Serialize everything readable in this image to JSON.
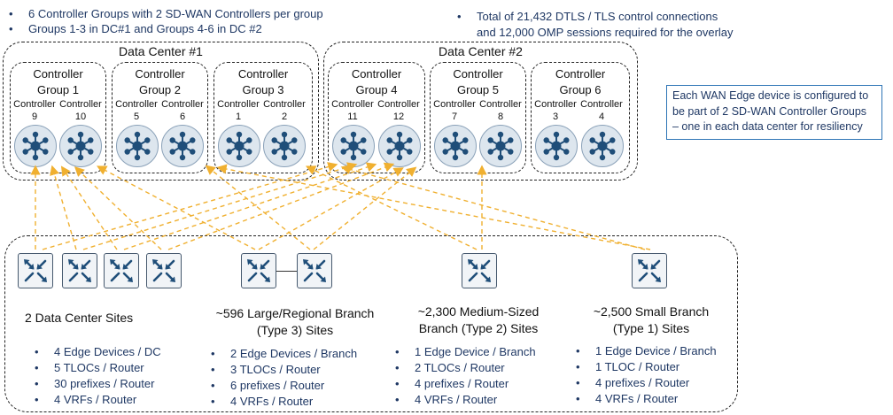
{
  "top_notes_left": [
    "6 Controller Groups with 2 SD-WAN  Controllers per group",
    "Groups 1-3  in DC#1  and Groups 4-6  in DC #2"
  ],
  "top_note_right": {
    "line1": "Total of 21,432 DTLS / TLS  control connections",
    "line2": "and 12,000 OMP sessions required for the overlay"
  },
  "side_note": {
    "line1": "Each WAN  Edge device is configured to",
    "line2": "be part of 2 SD-WAN Controller Groups",
    "line3": "– one in each data center for resiliency"
  },
  "data_centers": [
    {
      "title": "Data Center #1",
      "groups": [
        {
          "line1": "Controller",
          "line2": "Group 1",
          "controllers": [
            {
              "label": "Controller",
              "num": "9"
            },
            {
              "label": "Controller",
              "num": "10"
            }
          ]
        },
        {
          "line1": "Controller",
          "line2": "Group 2",
          "controllers": [
            {
              "label": "Controller",
              "num": "5"
            },
            {
              "label": "Controller",
              "num": "6"
            }
          ]
        },
        {
          "line1": "Controller",
          "line2": "Group 3",
          "controllers": [
            {
              "label": "Controller",
              "num": "1"
            },
            {
              "label": "Controller",
              "num": "2"
            }
          ]
        }
      ]
    },
    {
      "title": "Data Center #2",
      "groups": [
        {
          "line1": "Controller",
          "line2": "Group 4",
          "controllers": [
            {
              "label": "Controller",
              "num": "11"
            },
            {
              "label": "Controller",
              "num": "12"
            }
          ]
        },
        {
          "line1": "Controller",
          "line2": "Group 5",
          "controllers": [
            {
              "label": "Controller",
              "num": "7"
            },
            {
              "label": "Controller",
              "num": "8"
            }
          ]
        },
        {
          "line1": "Controller",
          "line2": "Group 6",
          "controllers": [
            {
              "label": "Controller",
              "num": "3"
            },
            {
              "label": "Controller",
              "num": "4"
            }
          ]
        }
      ]
    }
  ],
  "sites": [
    {
      "title_lines": [
        "2 Data Center Sites"
      ],
      "bullets": [
        "4 Edge Devices / DC",
        "5 TLOCs / Router",
        "30 prefixes / Router",
        "4 VRFs / Router"
      ]
    },
    {
      "title_lines": [
        "~596 Large/Regional Branch",
        "(Type 3) Sites"
      ],
      "bullets": [
        "2 Edge Devices / Branch",
        "3 TLOCs / Router",
        "6 prefixes / Router",
        "4 VRFs / Router"
      ]
    },
    {
      "title_lines": [
        "~2,300 Medium-Sized",
        "Branch (Type 2) Sites"
      ],
      "bullets": [
        "1 Edge Device / Branch",
        "2 TLOCs / Router",
        "4 prefixes / Router",
        "4 VRFs / Router"
      ]
    },
    {
      "title_lines": [
        "~2,500 Small Branch",
        "(Type 1) Sites"
      ],
      "bullets": [
        "1 Edge Device / Branch",
        "1 TLOC / Router",
        "4 prefixes / Router",
        "4 VRFs / Router"
      ]
    }
  ],
  "colors": {
    "connection": "#f0b030",
    "text_blue": "#1f3864",
    "note_border": "#2e75b6",
    "icon": "#1f4e79"
  },
  "icons": {
    "controller": "controller-hub-icon",
    "edge_router": "edge-router-icon"
  }
}
